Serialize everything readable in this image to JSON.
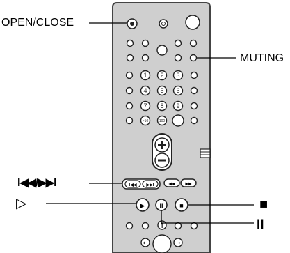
{
  "labels": {
    "open_close": "OPEN/CLOSE",
    "muting": "MUTING",
    "skip": "I◀◀/▶▶I",
    "play": "▷",
    "stop": "■",
    "pause": "II"
  },
  "number_buttons": [
    "1",
    "2",
    "3",
    "4",
    "5",
    "6",
    "7",
    "8",
    "9",
    ">10",
    "100"
  ],
  "small_button_labels": {
    "prev": "I◀◀",
    "next": "▶▶I",
    "rew": "◀◀",
    "ff": "▶▶",
    "play": "▶",
    "pause": "II",
    "stop": "■",
    "up": "↑",
    "left": "←",
    "right": "→"
  },
  "colors": {
    "body": "#cfcfcf",
    "dark": "#444444",
    "line": "#000000",
    "button_fill": "#ffffff"
  }
}
